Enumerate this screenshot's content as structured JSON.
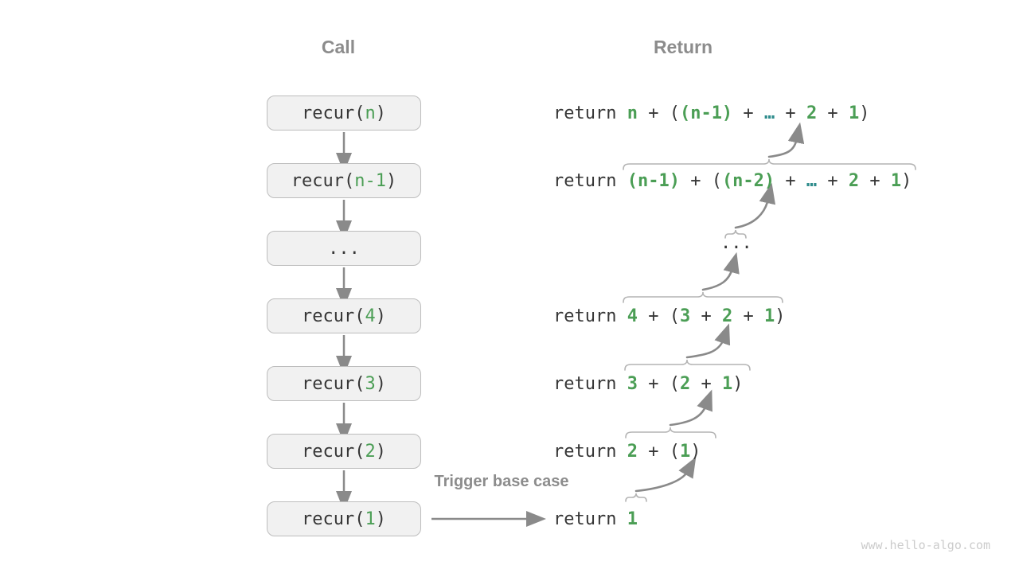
{
  "headers": {
    "call": "Call",
    "return": "Return"
  },
  "labels": {
    "trigger": "Trigger base case",
    "watermark": "www.hello-algo.com"
  },
  "colors": {
    "bg": "#ffffff",
    "green": "#4b9e55",
    "teal": "#2e8c8c",
    "dark": "#363636",
    "arrow": "#8a8a8a",
    "brace": "#b4b4b4",
    "box-bg": "#f1f1f1",
    "box-border": "#bdbdbd",
    "heading": "#8c8c8c",
    "watermark": "#cccccc"
  },
  "call_stack": [
    {
      "id": "recur-n",
      "parts": [
        {
          "t": "recur(",
          "c": "dark"
        },
        {
          "t": "n",
          "c": "green"
        },
        {
          "t": ")",
          "c": "dark"
        }
      ]
    },
    {
      "id": "recur-n-1",
      "parts": [
        {
          "t": "recur(",
          "c": "dark"
        },
        {
          "t": "n-1",
          "c": "green"
        },
        {
          "t": ")",
          "c": "dark"
        }
      ]
    },
    {
      "id": "ellipsis",
      "parts": [
        {
          "t": "...",
          "c": "dark"
        }
      ]
    },
    {
      "id": "recur-4",
      "parts": [
        {
          "t": "recur(",
          "c": "dark"
        },
        {
          "t": "4",
          "c": "green"
        },
        {
          "t": ")",
          "c": "dark"
        }
      ]
    },
    {
      "id": "recur-3",
      "parts": [
        {
          "t": "recur(",
          "c": "dark"
        },
        {
          "t": "3",
          "c": "green"
        },
        {
          "t": ")",
          "c": "dark"
        }
      ]
    },
    {
      "id": "recur-2",
      "parts": [
        {
          "t": "recur(",
          "c": "dark"
        },
        {
          "t": "2",
          "c": "green"
        },
        {
          "t": ")",
          "c": "dark"
        }
      ]
    },
    {
      "id": "recur-1",
      "parts": [
        {
          "t": "recur(",
          "c": "dark"
        },
        {
          "t": "1",
          "c": "green"
        },
        {
          "t": ")",
          "c": "dark"
        }
      ]
    }
  ],
  "returns": [
    {
      "id": "return-n",
      "tokens": [
        {
          "t": "return ",
          "c": "dark"
        },
        {
          "t": "n",
          "c": "green"
        },
        {
          "t": " + (",
          "c": "dark"
        },
        {
          "t": "(n-1)",
          "c": "green"
        },
        {
          "t": " + ",
          "c": "dark"
        },
        {
          "t": "…",
          "c": "teal"
        },
        {
          "t": " + ",
          "c": "dark"
        },
        {
          "t": "2",
          "c": "green"
        },
        {
          "t": " + ",
          "c": "dark"
        },
        {
          "t": "1",
          "c": "green"
        },
        {
          "t": ")",
          "c": "dark"
        }
      ]
    },
    {
      "id": "return-n-1",
      "tokens": [
        {
          "t": "return ",
          "c": "dark"
        },
        {
          "t": "(n-1)",
          "c": "green"
        },
        {
          "t": " + (",
          "c": "dark"
        },
        {
          "t": "(n-2)",
          "c": "green"
        },
        {
          "t": " + ",
          "c": "dark"
        },
        {
          "t": "…",
          "c": "teal"
        },
        {
          "t": " + ",
          "c": "dark"
        },
        {
          "t": "2",
          "c": "green"
        },
        {
          "t": " + ",
          "c": "dark"
        },
        {
          "t": "1",
          "c": "green"
        },
        {
          "t": ")",
          "c": "dark"
        }
      ]
    },
    {
      "id": "return-ellipsis",
      "tokens": [
        {
          "t": "...",
          "c": "dark"
        }
      ]
    },
    {
      "id": "return-4",
      "tokens": [
        {
          "t": "return ",
          "c": "dark"
        },
        {
          "t": "4",
          "c": "green"
        },
        {
          "t": " + (",
          "c": "dark"
        },
        {
          "t": "3",
          "c": "green"
        },
        {
          "t": " + ",
          "c": "dark"
        },
        {
          "t": "2",
          "c": "green"
        },
        {
          "t": " + ",
          "c": "dark"
        },
        {
          "t": "1",
          "c": "green"
        },
        {
          "t": ")",
          "c": "dark"
        }
      ]
    },
    {
      "id": "return-3",
      "tokens": [
        {
          "t": "return ",
          "c": "dark"
        },
        {
          "t": "3",
          "c": "green"
        },
        {
          "t": " + (",
          "c": "dark"
        },
        {
          "t": "2",
          "c": "green"
        },
        {
          "t": " + ",
          "c": "dark"
        },
        {
          "t": "1",
          "c": "green"
        },
        {
          "t": ")",
          "c": "dark"
        }
      ]
    },
    {
      "id": "return-2",
      "tokens": [
        {
          "t": "return ",
          "c": "dark"
        },
        {
          "t": "2",
          "c": "green"
        },
        {
          "t": " + (",
          "c": "dark"
        },
        {
          "t": "1",
          "c": "green"
        },
        {
          "t": ")",
          "c": "dark"
        }
      ]
    },
    {
      "id": "return-1",
      "tokens": [
        {
          "t": "return ",
          "c": "dark"
        },
        {
          "t": "1",
          "c": "green"
        }
      ]
    }
  ]
}
